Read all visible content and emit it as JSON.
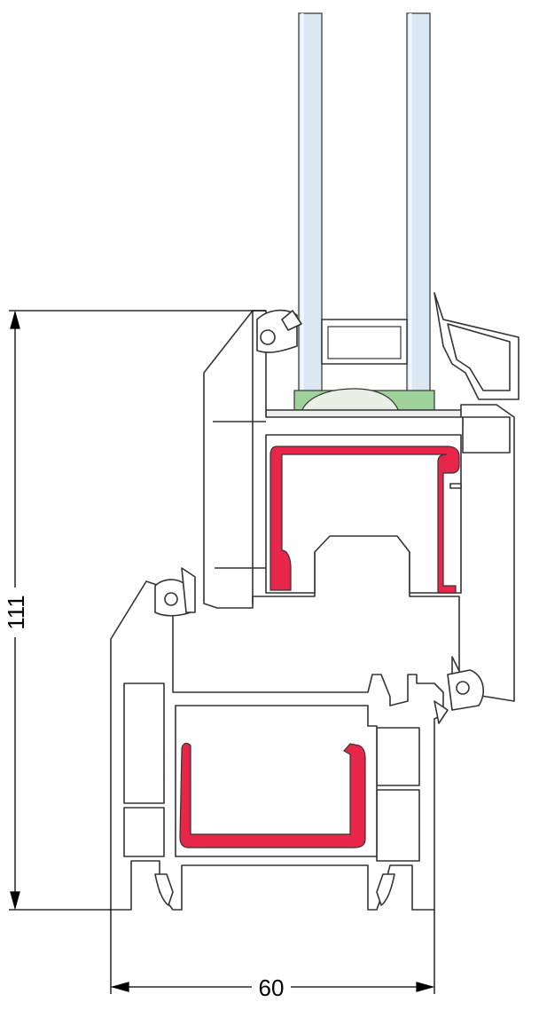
{
  "dimensions": {
    "height_label": "111",
    "width_label": "60"
  },
  "colors": {
    "profile_fill": "#ffffff",
    "profile_outline": "#333333",
    "glass_fill": "#dbe8f3",
    "glass_outline": "#555555",
    "steel_reinforcement": "#e8264a",
    "glazing_spacer": "#9fd19a",
    "dimension_line": "#000000"
  },
  "components": {
    "glazing": "double-glazed-unit",
    "sash": "sash-profile",
    "frame": "frame-profile",
    "reinforcement": "steel-reinforcement"
  }
}
